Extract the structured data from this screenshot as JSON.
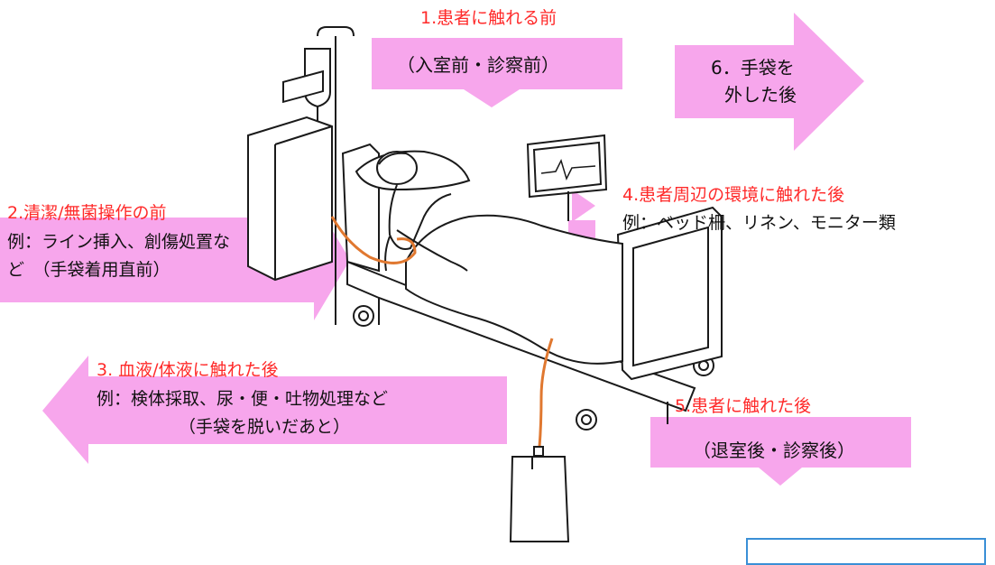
{
  "colors": {
    "arrow_fill": "#f7a6ec",
    "moment_label": "#ff2a2a",
    "text": "#111111",
    "line": "#1a1a1a",
    "tube": "#e07830",
    "box_border": "#3a8fd6"
  },
  "moments": [
    {
      "label": "1.患者に触れる前",
      "detail_lines": [
        "（入室前・診察前）"
      ]
    },
    {
      "label": "2.清潔/無菌操作の前",
      "detail_lines": [
        "例：ライン挿入、創傷処置な",
        "ど　（手袋着用直前）"
      ]
    },
    {
      "label": "3.  血液/体液に触れた後",
      "detail_lines": [
        "例：検体採取、尿・便・吐物処理など",
        "（手袋を脱いだあと）"
      ]
    },
    {
      "label": "4.患者周辺の環境に触れた後",
      "detail_lines": [
        "例：ベッド柵、リネン、モニター類"
      ]
    },
    {
      "label": "5.患者に触れた後",
      "detail_lines": [
        "（退室後・診察後）"
      ]
    },
    {
      "label": "",
      "detail_lines": [
        "6．手袋を",
        "外した後"
      ]
    }
  ],
  "icons": [
    "hospital-bed",
    "patient",
    "iv-drip-bag",
    "iv-pole",
    "cardiac-monitor",
    "urine-bag",
    "equipment-cabinet"
  ]
}
